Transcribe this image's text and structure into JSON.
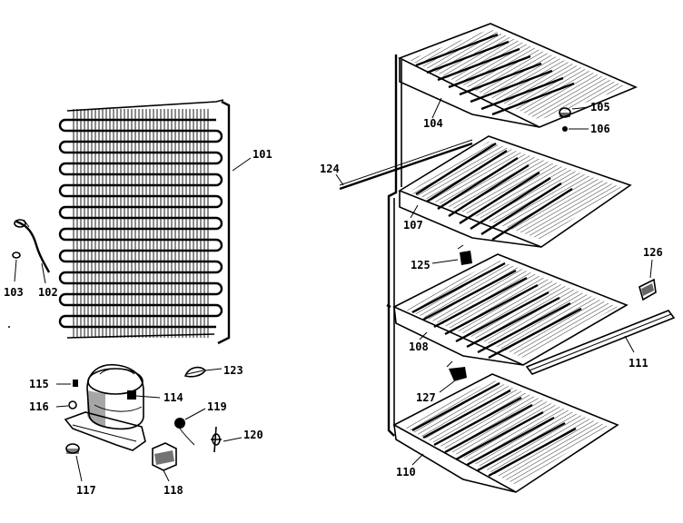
{
  "diagram": {
    "colors": {
      "ink": "#000000",
      "paper": "#ffffff"
    },
    "parts": {
      "p101": "101",
      "p102": "102",
      "p103": "103",
      "p104": "104",
      "p105": "105",
      "p106": "106",
      "p107": "107",
      "p108": "108",
      "p110": "110",
      "p111": "111",
      "p114": "114",
      "p115": "115",
      "p116": "116",
      "p117": "117",
      "p118": "118",
      "p119": "119",
      "p120": "120",
      "p123": "123",
      "p124": "124",
      "p125": "125",
      "p126": "126",
      "p127": "127"
    }
  }
}
